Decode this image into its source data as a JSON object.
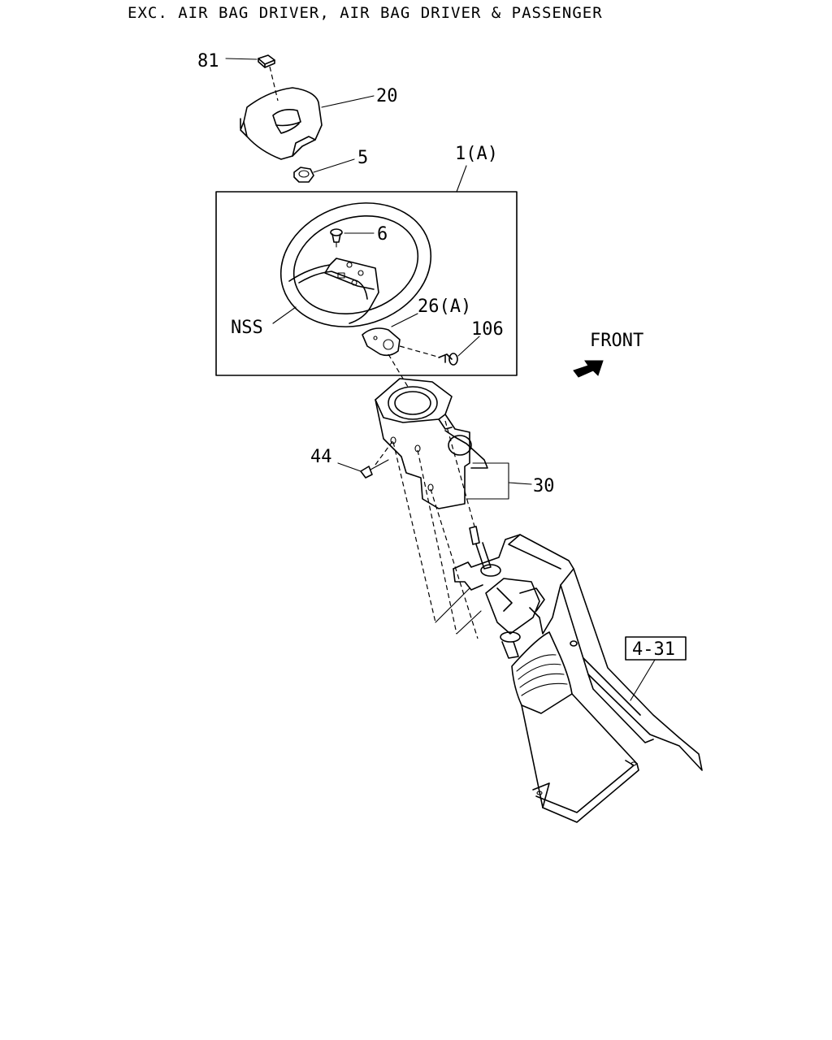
{
  "header": {
    "title": "EXC. AIR BAG DRIVER, AIR BAG DRIVER & PASSENGER"
  },
  "labels": {
    "p81": "81",
    "p20": "20",
    "p5": "5",
    "p1a": "1(A)",
    "p6": "6",
    "nss": "NSS",
    "p26a": "26(A)",
    "p106": "106",
    "front": "FRONT",
    "p44": "44",
    "p30": "30",
    "ref": "4-31"
  }
}
